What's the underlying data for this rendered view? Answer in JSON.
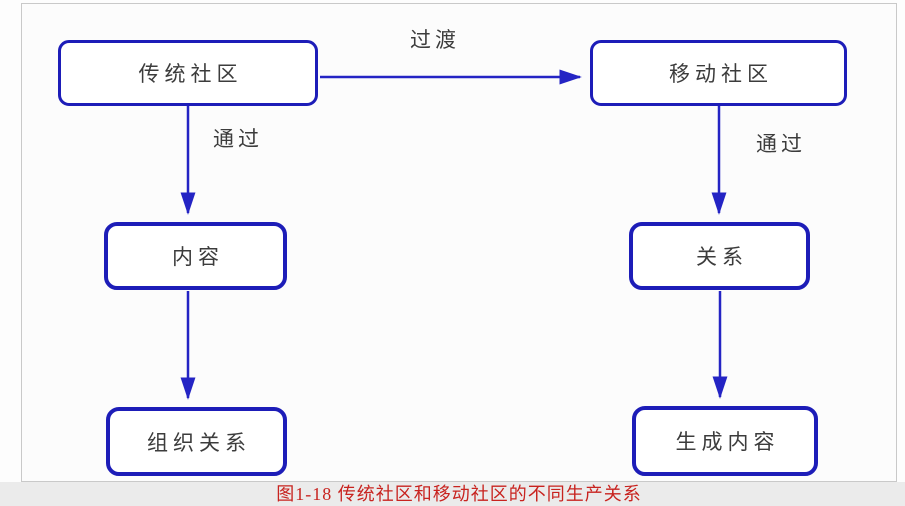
{
  "page": {
    "caption": "图1-18 传统社区和移动社区的不同生产关系"
  },
  "colors": {
    "box_border": "#1d1db8",
    "arrow": "#2424c4",
    "box_text": "#3c3c3c",
    "label_text": "#3c3c3c",
    "caption": "#c8231f",
    "panel_bg": "#fcfcfc",
    "panel_border": "#c9c9c9",
    "page_bg": "#fdfdfd",
    "strip_bg": "#ebebeb"
  },
  "diagram": {
    "nodes": [
      {
        "id": "traditional-community",
        "label": "传统社区"
      },
      {
        "id": "mobile-community",
        "label": "移动社区"
      },
      {
        "id": "content",
        "label": "内容"
      },
      {
        "id": "relation",
        "label": "关系"
      },
      {
        "id": "organizational-relation",
        "label": "组织关系"
      },
      {
        "id": "generated-content",
        "label": "生成内容"
      }
    ],
    "edges": [
      {
        "from": "traditional-community",
        "to": "mobile-community",
        "label": "过渡"
      },
      {
        "from": "traditional-community",
        "to": "content",
        "label": "通过"
      },
      {
        "from": "mobile-community",
        "to": "relation",
        "label": "通过"
      },
      {
        "from": "content",
        "to": "organizational-relation",
        "label": ""
      },
      {
        "from": "relation",
        "to": "generated-content",
        "label": ""
      }
    ]
  }
}
